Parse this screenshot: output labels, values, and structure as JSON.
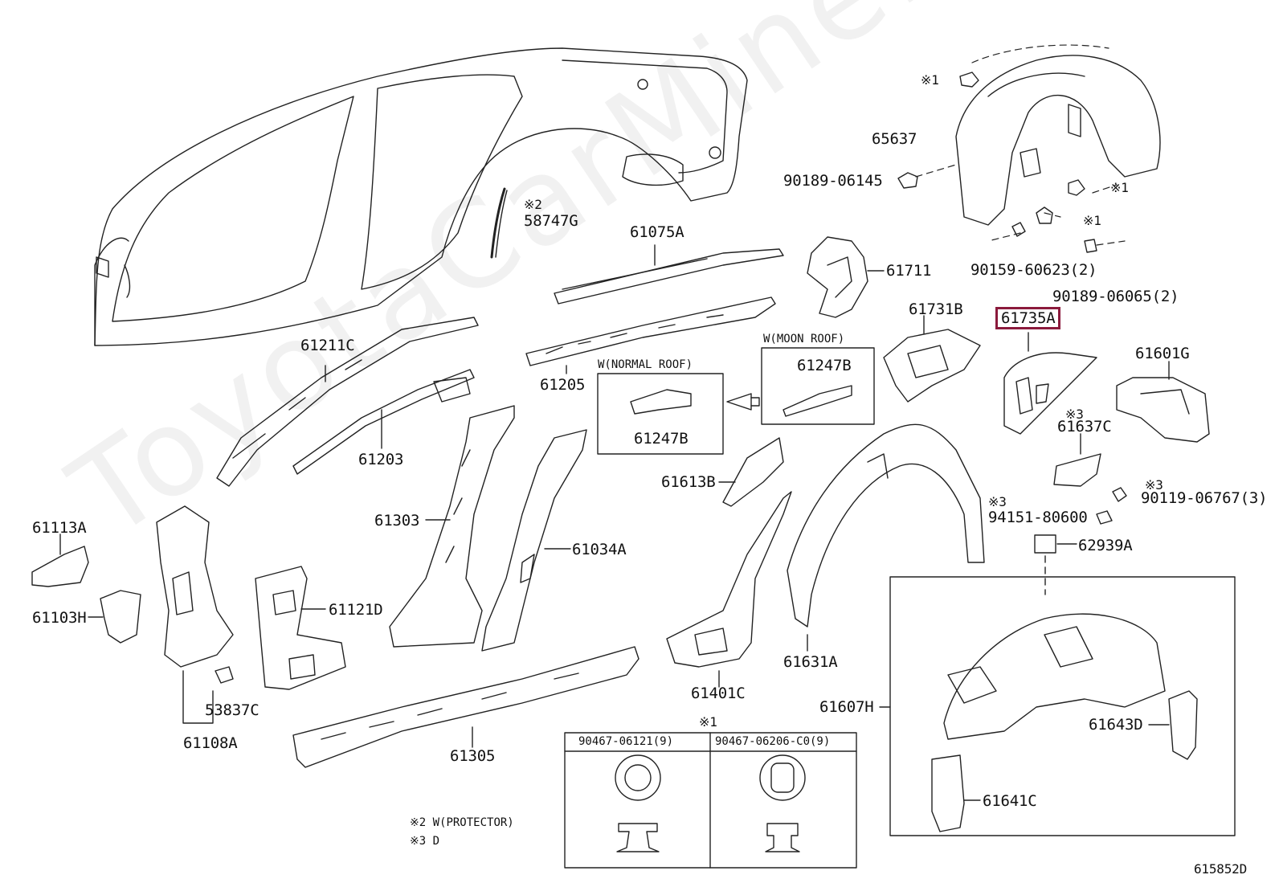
{
  "watermark": "ToyotaCarMine.ru",
  "drawing_id": "615852D",
  "highlight_color": "#8b1a3c",
  "parts": {
    "p65637": "65637",
    "p90189_06145": "90189-06145",
    "p90159_60623": "90159-60623(2)",
    "p90189_06065": "90189-06065(2)",
    "p58747G": "58747G",
    "p61075A": "61075A",
    "p61711": "61711",
    "p61731B": "61731B",
    "p61735A": "61735A",
    "p61601G": "61601G",
    "p61211C": "61211C",
    "p61205": "61205",
    "p61247B_a": "61247B",
    "p61247B_b": "61247B",
    "p61203": "61203",
    "p61637C": "61637C",
    "p61613B": "61613B",
    "p61303": "61303",
    "p61034A": "61034A",
    "p90119_06767": "90119-06767(3)",
    "p94151_80600": "94151-80600",
    "p62939A": "62939A",
    "p61113A": "61113A",
    "p61121D": "61121D",
    "p61103H": "61103H",
    "p61631A": "61631A",
    "p61401C": "61401C",
    "p53837C": "53837C",
    "p61108A": "61108A",
    "p61607H": "61607H",
    "p61305": "61305",
    "p61643D": "61643D",
    "p61641C": "61641C"
  },
  "marks": {
    "m1": "※1",
    "m2": "※2",
    "m3": "※3"
  },
  "boxes": {
    "normal_roof": "W(NORMAL ROOF)",
    "moon_roof": "W(MOON ROOF)"
  },
  "fastener_table": {
    "ref": "※1",
    "col1": "90467-06121(9)",
    "col2": "90467-06206-C0(9)"
  },
  "notes": {
    "n2": "※2 W(PROTECTOR)",
    "n3": "※3 D"
  }
}
